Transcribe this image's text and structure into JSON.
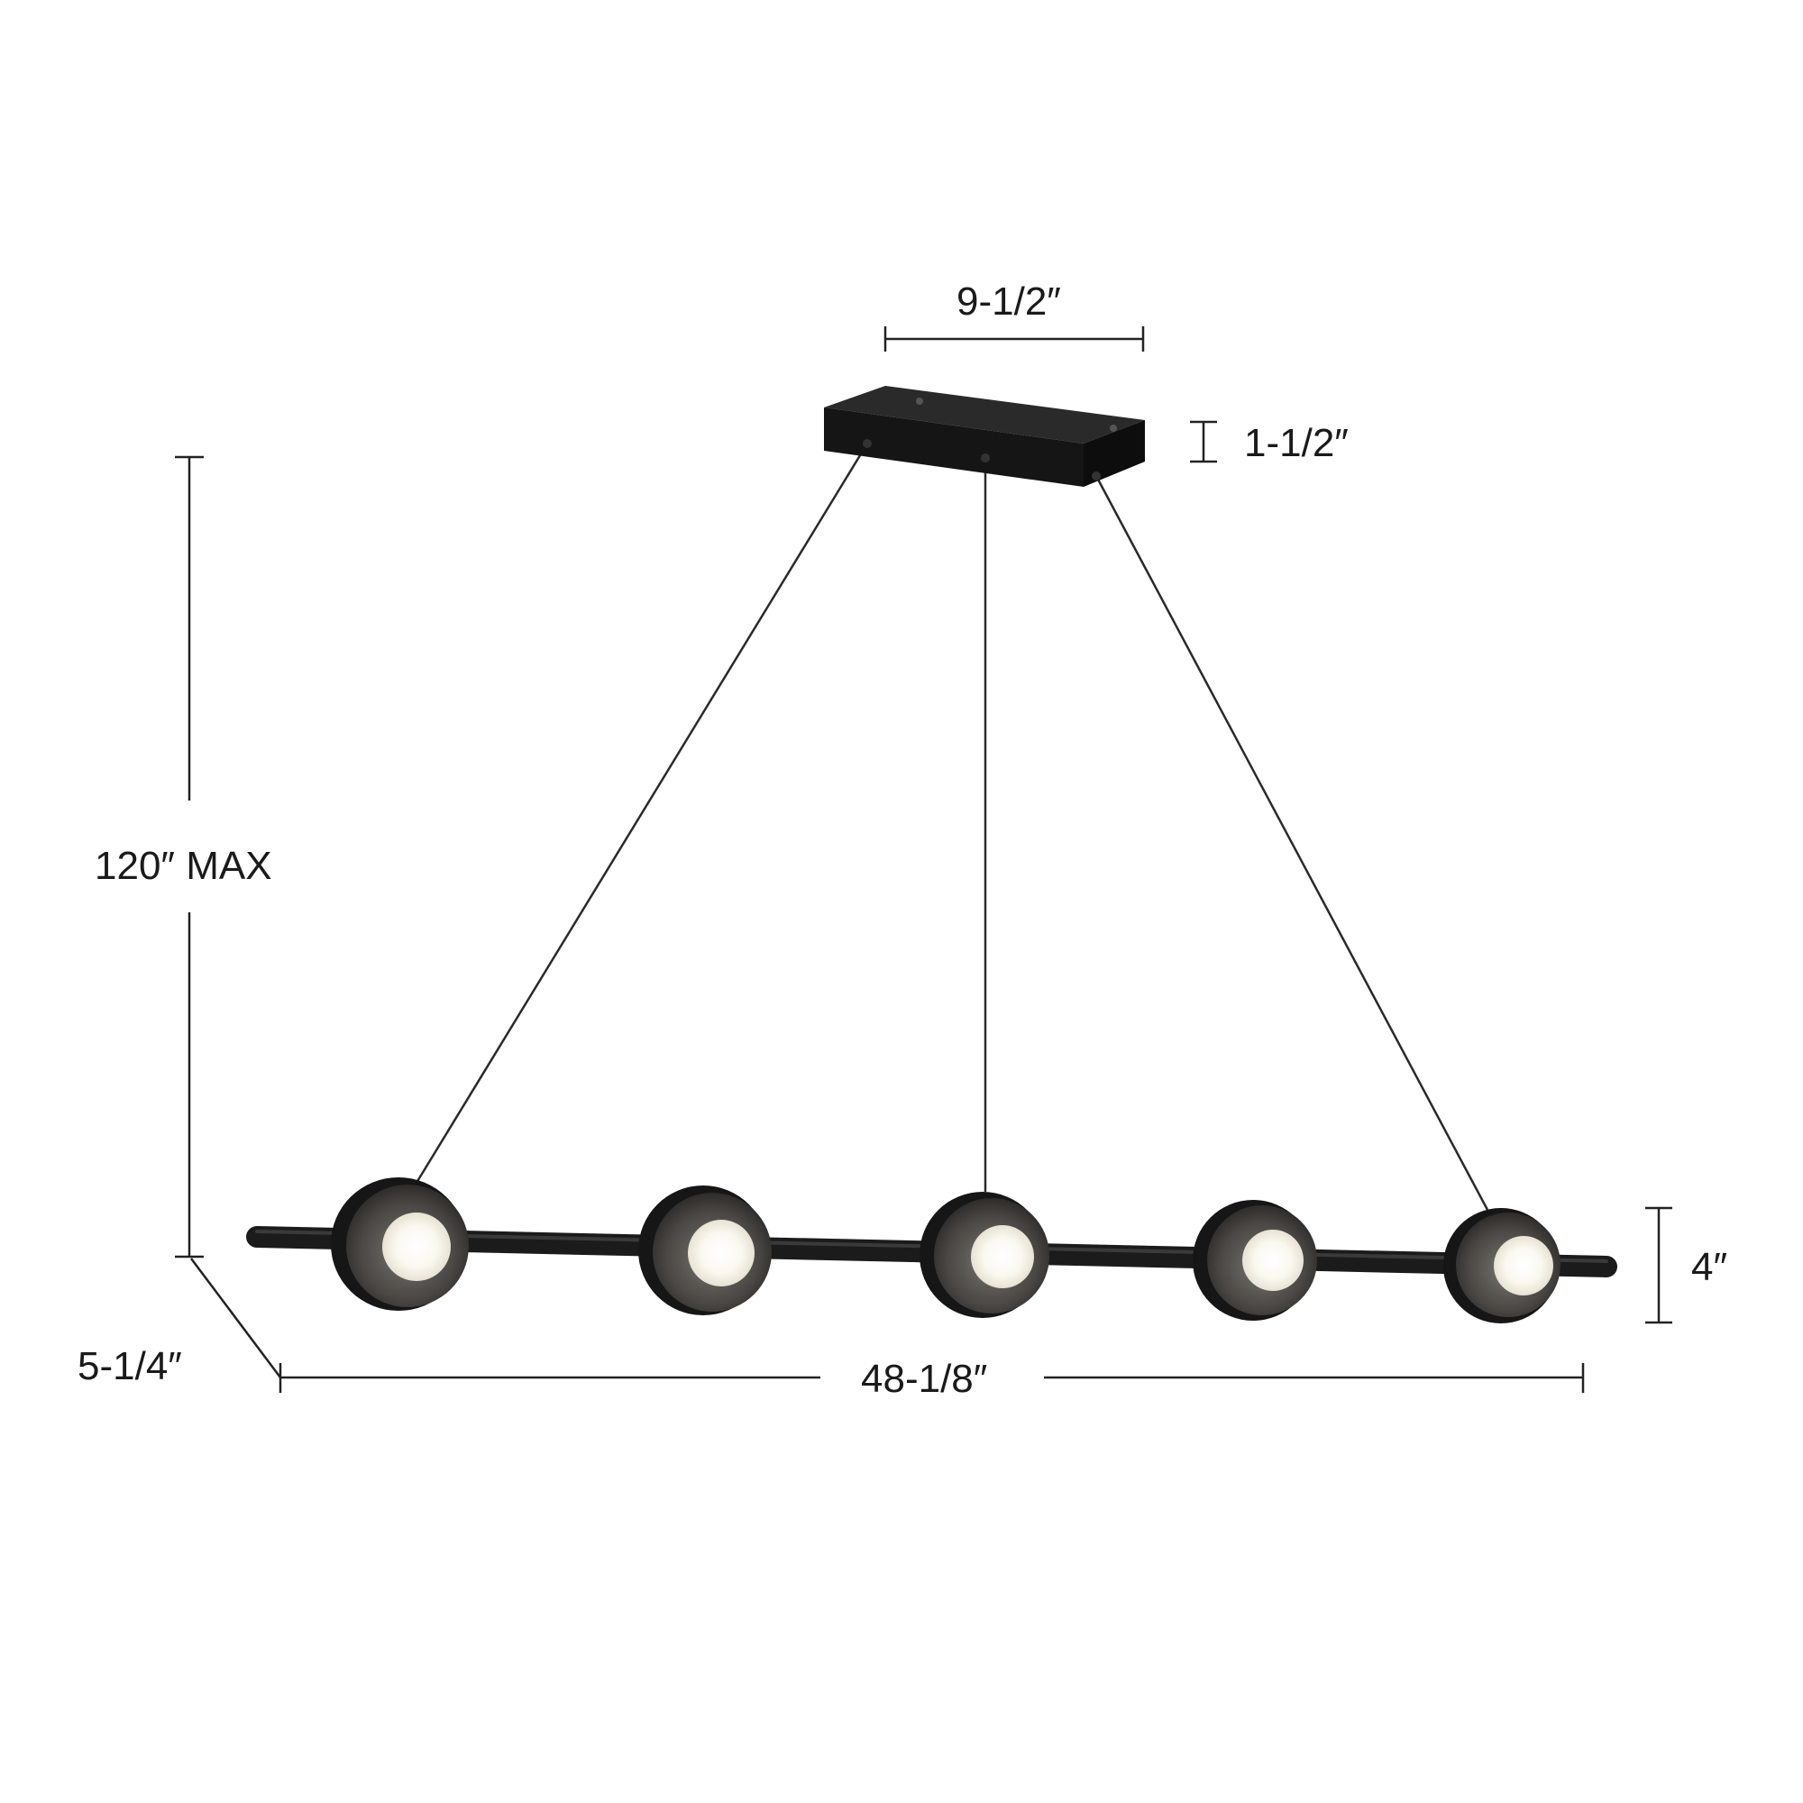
{
  "dimensions": {
    "canopy_width": "9-1/2″",
    "canopy_height": "1-1/2″",
    "overall_height": "120″ MAX",
    "depth": "5-1/4″",
    "length": "48-1/8″",
    "fixture_height": "4″"
  },
  "fixture": {
    "light_count": 5,
    "finish_color": "#1b1b1b",
    "shade_color": "#4a4744",
    "bulb_color": "#fbf8f0"
  }
}
